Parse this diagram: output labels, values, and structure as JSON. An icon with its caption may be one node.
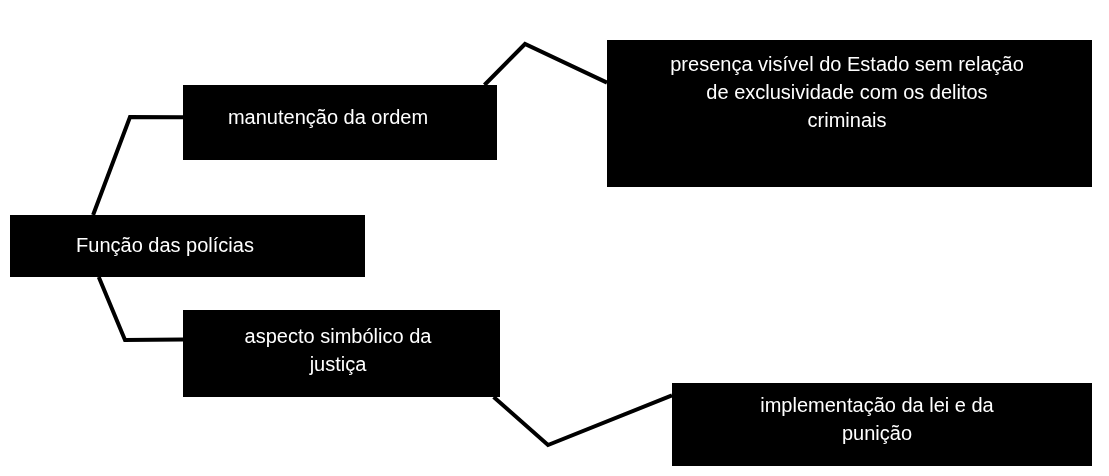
{
  "diagram": {
    "nodes": [
      {
        "text": [
          "Função das polícias"
        ]
      },
      {
        "text": [
          "manutenção da ordem"
        ]
      },
      {
        "text": [
          "presença visível do Estado sem relação de exclusividade com os delitos criminais"
        ]
      },
      {
        "text": [
          "aspecto simbólico da justiça"
        ]
      },
      {
        "text": [
          "implementação da lei e da punição"
        ]
      }
    ],
    "edges": [
      {
        "from": 0,
        "to": 1,
        "arrow": "none"
      },
      {
        "from": 1,
        "to": 2,
        "arrow": "none"
      },
      {
        "from": 0,
        "to": 3,
        "arrow": "none"
      },
      {
        "from": 3,
        "to": 4,
        "arrow": "none"
      }
    ]
  }
}
